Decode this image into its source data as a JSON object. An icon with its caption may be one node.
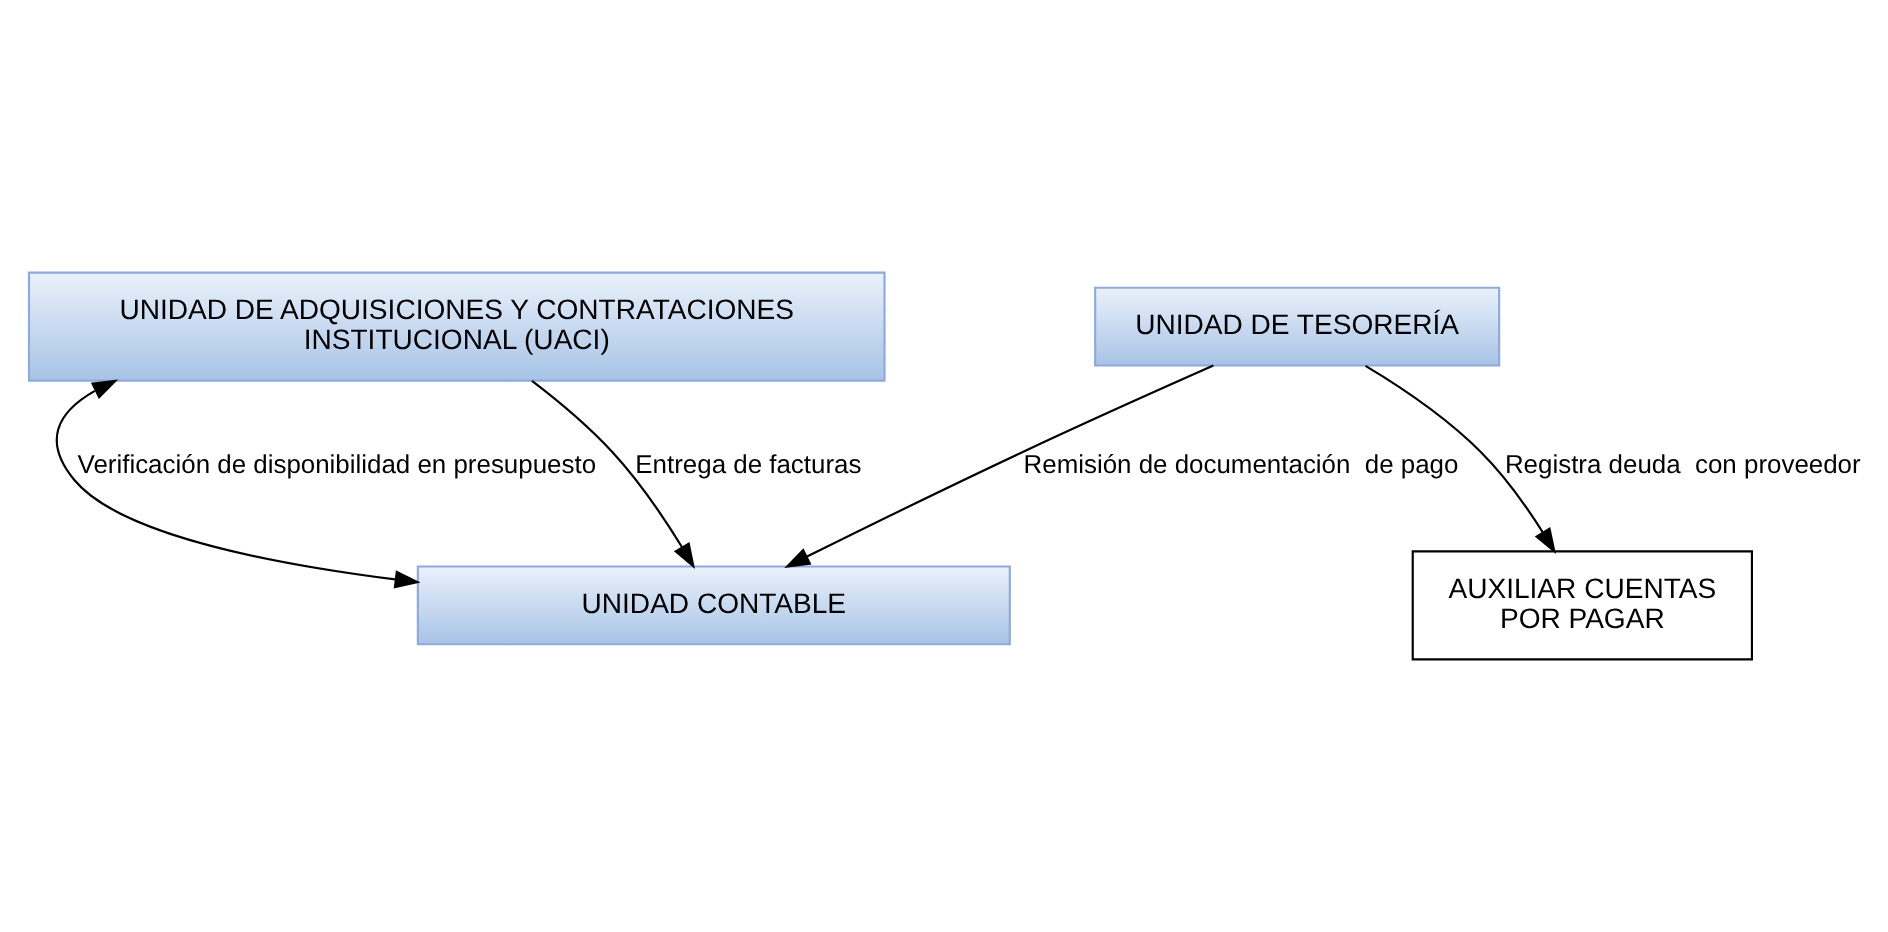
{
  "diagram": {
    "nodes": [
      {
        "text": [
          "UNIDAD DE ADQUISICIONES Y CONTRATACIONES INSTITUCIONAL (UACI)"
        ]
      },
      {
        "text": [
          "AUXILIAR CUENTAS POR PAGAR"
        ]
      },
      {
        "text": [
          "UNIDAD CONTABLE"
        ]
      },
      {
        "text": [
          "UNIDAD DE TESORERÍA"
        ]
      }
    ],
    "edges": [
      {
        "from": 0,
        "to": 2,
        "arrow": "both",
        "label": "Verificación de disponibilidad en presupuesto"
      },
      {
        "from": 0,
        "to": 2,
        "arrow": "to",
        "label": "Entrega de facturas"
      },
      {
        "from": 3,
        "to": 2,
        "arrow": "to",
        "label": "Remisión de documentación  de pago"
      },
      {
        "from": 3,
        "to": 1,
        "arrow": "to",
        "label": "Registra deuda  con proveedor"
      }
    ]
  }
}
